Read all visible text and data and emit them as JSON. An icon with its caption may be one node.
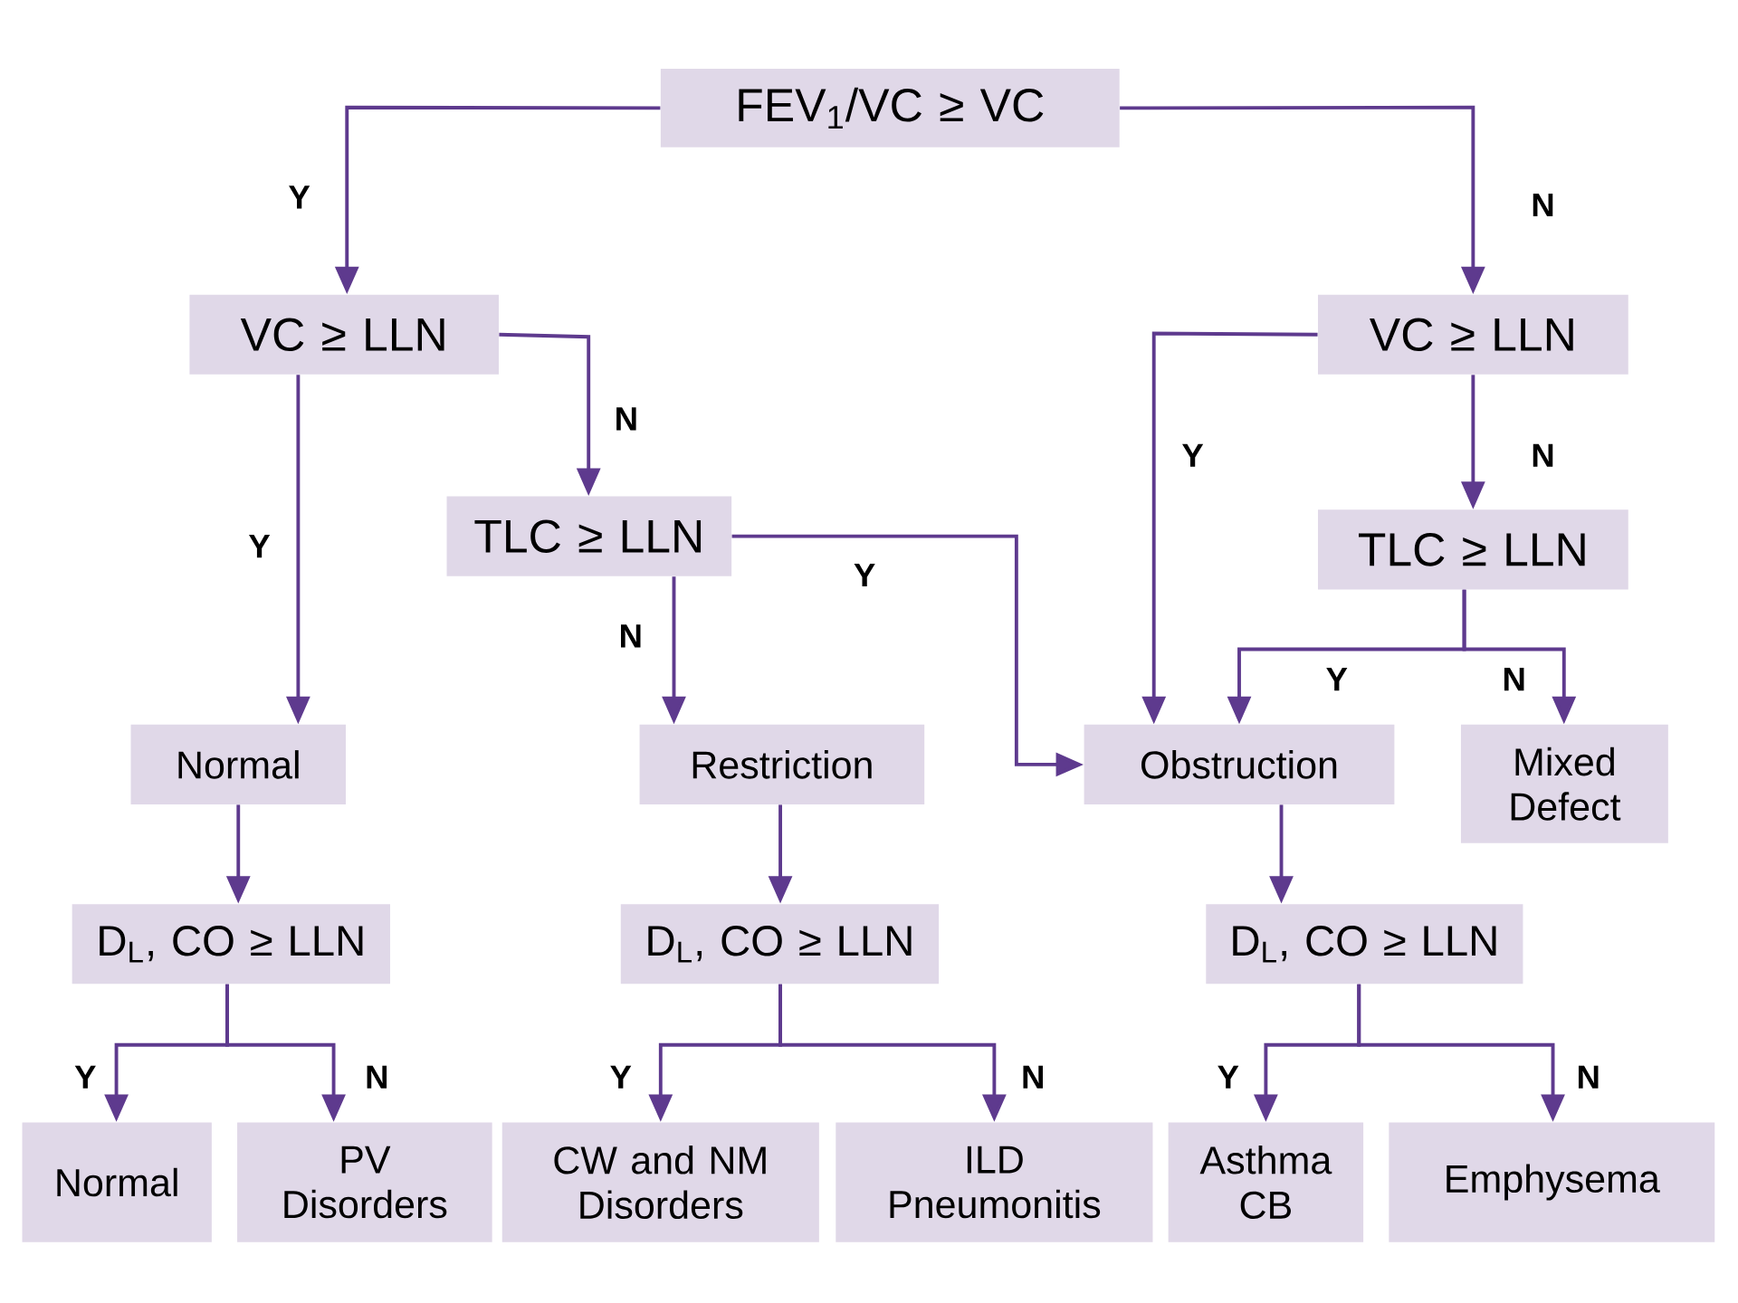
{
  "diagram": {
    "nodes": [
      {
        "text": [
          "FEV$_{1}$/VC ≥ VC"
        ]
      },
      {
        "text": [
          "VC ≥ LLN"
        ]
      },
      {
        "text": [
          "VC ≥ LLN"
        ]
      },
      {
        "text": [
          "TLC ≥ LLN"
        ]
      },
      {
        "text": [
          "TLC ≥ LLN"
        ]
      },
      {
        "text": [
          "Normal"
        ]
      },
      {
        "text": [
          "Restriction"
        ]
      },
      {
        "text": [
          "Obstruction"
        ]
      },
      {
        "text": [
          "Mixed Defect"
        ]
      },
      {
        "text": [
          "D$_{L}$, CO ≥ LLN"
        ]
      },
      {
        "text": [
          "D$_{L}$, CO ≥ LLN"
        ]
      },
      {
        "text": [
          "D$_{L}$, CO ≥ LLN"
        ]
      },
      {
        "text": [
          "Normal"
        ]
      },
      {
        "text": [
          "PV Disorders"
        ]
      },
      {
        "text": [
          "CW and NM Disorders"
        ]
      },
      {
        "text": [
          "ILD Pneumonitis"
        ]
      },
      {
        "text": [
          "Asthma CB"
        ]
      },
      {
        "text": [
          "Emphysema"
        ]
      }
    ],
    "edges": [
      {
        "from": 0,
        "to": 1,
        "arrow": "to",
        "label": "Y"
      },
      {
        "from": 0,
        "to": 2,
        "arrow": "to",
        "label": "N"
      },
      {
        "from": 1,
        "to": 5,
        "arrow": "to",
        "label": "Y"
      },
      {
        "from": 1,
        "to": 3,
        "arrow": "to",
        "label": "N"
      },
      {
        "from": 2,
        "to": 7,
        "arrow": "to",
        "label": "Y"
      },
      {
        "from": 2,
        "to": 4,
        "arrow": "to",
        "label": "N"
      },
      {
        "from": 3,
        "to": 7,
        "arrow": "to",
        "label": "Y"
      },
      {
        "from": 3,
        "to": 6,
        "arrow": "to",
        "label": "N"
      },
      {
        "from": 4,
        "to": 7,
        "arrow": "to",
        "label": "Y"
      },
      {
        "from": 4,
        "to": 8,
        "arrow": "to",
        "label": "N"
      },
      {
        "from": 5,
        "to": 9,
        "arrow": "to"
      },
      {
        "from": 6,
        "to": 10,
        "arrow": "to"
      },
      {
        "from": 7,
        "to": 11,
        "arrow": "to"
      },
      {
        "from": 9,
        "to": 12,
        "arrow": "to",
        "label": "Y"
      },
      {
        "from": 9,
        "to": 13,
        "arrow": "to",
        "label": "N"
      },
      {
        "from": 10,
        "to": 14,
        "arrow": "to",
        "label": "Y"
      },
      {
        "from": 10,
        "to": 15,
        "arrow": "to",
        "label": "N"
      },
      {
        "from": 11,
        "to": 16,
        "arrow": "to",
        "label": "Y"
      },
      {
        "from": 11,
        "to": 17,
        "arrow": "to",
        "label": "N"
      }
    ]
  }
}
